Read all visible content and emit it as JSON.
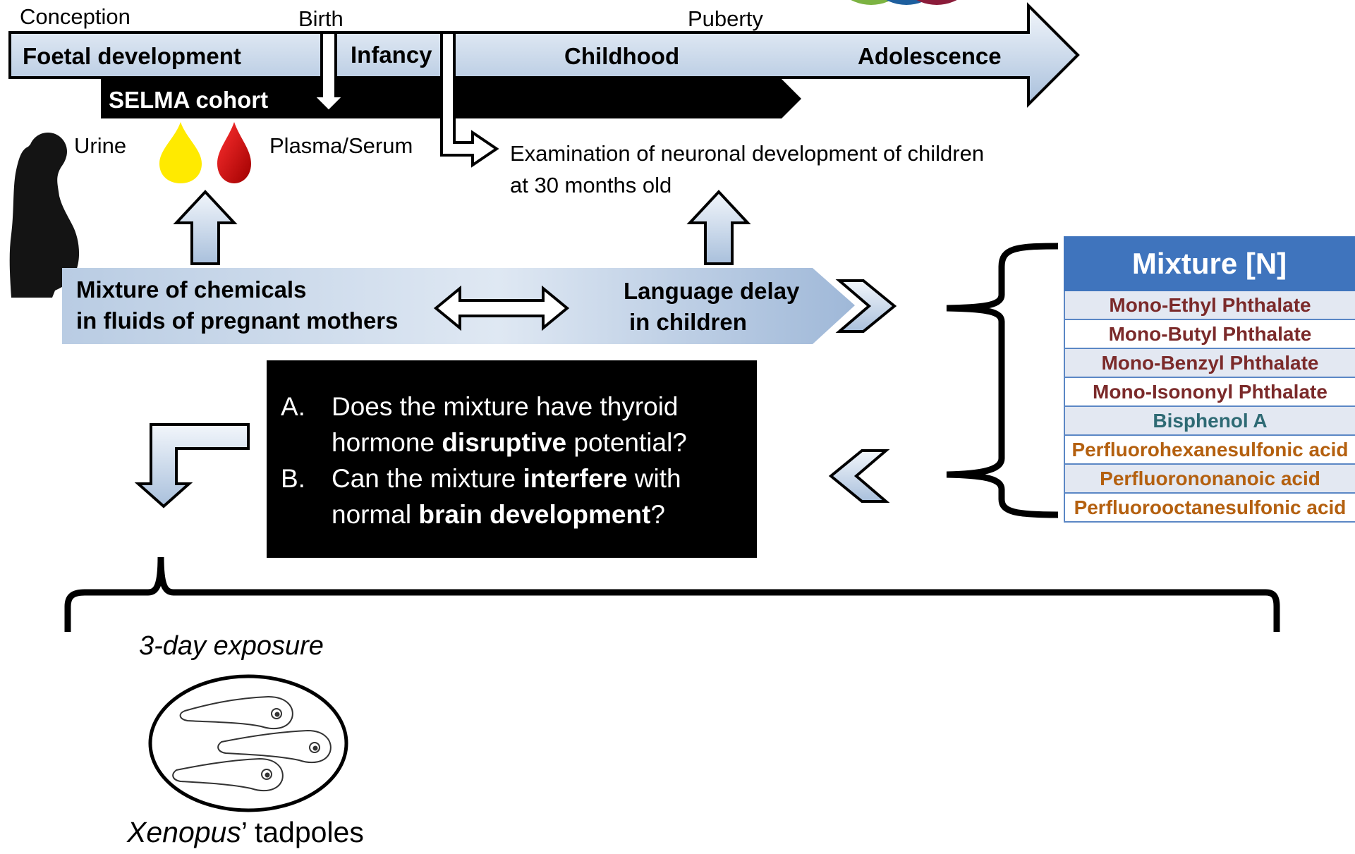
{
  "timeline": {
    "conception": "Conception",
    "birth": "Birth",
    "puberty": "Puberty",
    "stages": [
      "Foetal development",
      "Infancy",
      "Childhood",
      "Adolescence"
    ],
    "cohort": "SELMA cohort"
  },
  "samples": {
    "urine": "Urine",
    "plasma": "Plasma/Serum"
  },
  "examination": {
    "line1": "Examination of neuronal development of children",
    "line2": "at 30 months old"
  },
  "association": {
    "left_line1": "Mixture of chemicals",
    "left_line2": "in fluids of pregnant mothers",
    "right_line1": "Language delay",
    "right_line2": "in children"
  },
  "questions": [
    {
      "letter": "A.",
      "parts": [
        {
          "text": "Does the mixture have thyroid hormone ",
          "bold": false
        },
        {
          "text": "disruptive",
          "bold": true
        },
        {
          "text": " potential?",
          "bold": false
        }
      ]
    },
    {
      "letter": "B.",
      "parts": [
        {
          "text": "Can the mixture ",
          "bold": false
        },
        {
          "text": "interfere",
          "bold": true
        },
        {
          "text": " with normal ",
          "bold": false
        },
        {
          "text": "brain development",
          "bold": true
        },
        {
          "text": "?",
          "bold": false
        }
      ]
    }
  ],
  "mixture": {
    "title": "Mixture [N]",
    "items": [
      {
        "name": "Mono-Ethyl Phthalate",
        "color": "#7b2a2a"
      },
      {
        "name": "Mono-Butyl Phthalate",
        "color": "#7b2a2a"
      },
      {
        "name": "Mono-Benzyl Phthalate",
        "color": "#7b2a2a"
      },
      {
        "name": "Mono-Isononyl Phthalate",
        "color": "#7b2a2a"
      },
      {
        "name": "Bisphenol A",
        "color": "#2e6a74"
      },
      {
        "name": "Perfluorohexanesulfonic acid",
        "color": "#b4600f"
      },
      {
        "name": "Perfluorononanoic acid",
        "color": "#b4600f"
      },
      {
        "name": "Perfluorooctanesulfonic acid",
        "color": "#b4600f"
      }
    ]
  },
  "exposure": {
    "duration": "3-day exposure",
    "species": "Xenopus",
    "subject_suffix": "’ tadpoles"
  },
  "colors": {
    "arrow_fill_light": "#eef3fa",
    "arrow_fill_dark": "#aec3de",
    "header_blue": "#3f74bd"
  }
}
